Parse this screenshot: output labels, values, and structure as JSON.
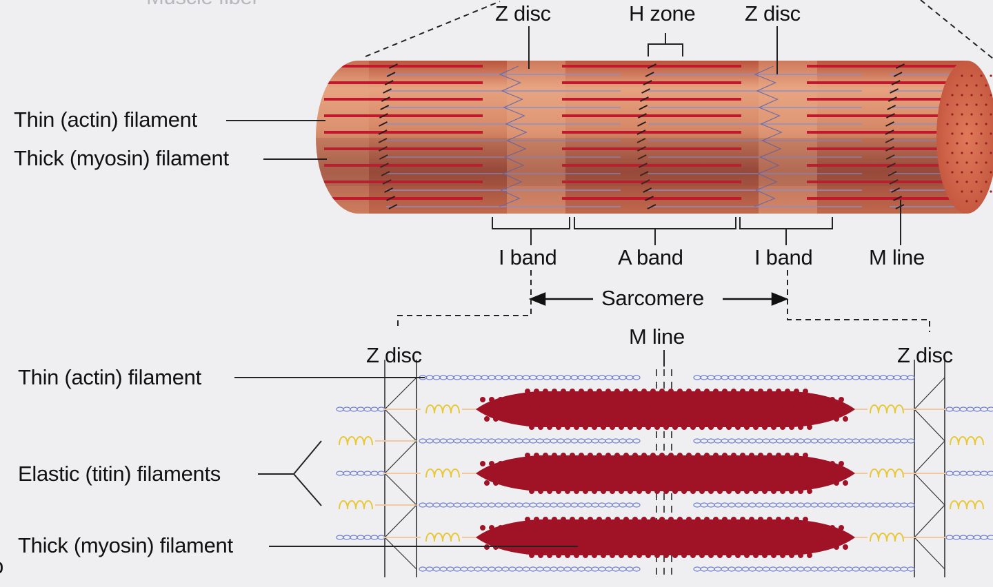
{
  "top_caption_partial": "Muscle fiber",
  "myofibril": {
    "left_labels": {
      "thin": "Thin (actin) filament",
      "thick": "Thick (myosin) filament"
    },
    "top_labels": {
      "z_disc_left": "Z disc",
      "h_zone": "H zone",
      "z_disc_right": "Z disc"
    },
    "bottom_labels": {
      "i_band_left": "I band",
      "a_band": "A band",
      "i_band_right": "I band",
      "m_line": "M line"
    },
    "sarcomere": "Sarcomere",
    "colors": {
      "outer": "#c96a4d",
      "band_light": "#e8a884",
      "band_dark": "#8b4a3c",
      "thick_stripe": "#c0182c",
      "thin_stripe": "#8a8fc8"
    }
  },
  "sarcomere_detail": {
    "left_labels": {
      "thin": "Thin (actin) filament",
      "titin": "Elastic (titin) filaments",
      "thick": "Thick (myosin) filament"
    },
    "top_labels": {
      "z_disc_left": "Z disc",
      "m_line": "M line",
      "z_disc_right": "Z disc"
    },
    "colors": {
      "myosin": "#a01226",
      "actin": "#6f7fd0",
      "titin": "#e8c838",
      "titin_line": "#f2c8a0",
      "z_line": "#333333"
    }
  },
  "edge_mark": "b"
}
